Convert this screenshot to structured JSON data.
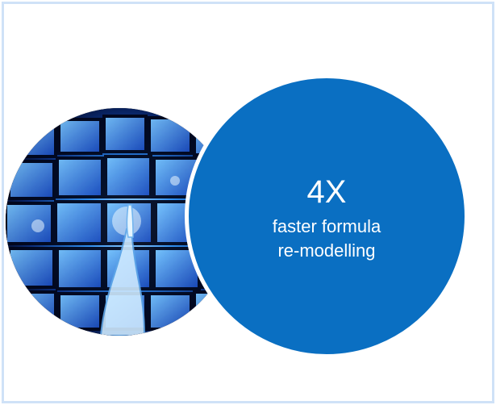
{
  "stat": {
    "value": "4X",
    "label_line1": "faster formula",
    "label_line2": "re-modelling"
  },
  "colors": {
    "frame_border": "#cfe2f7",
    "stat_circle": "#0a6fc2",
    "stat_text": "#ffffff"
  },
  "image": {
    "subject": "hand-touching-wall-of-screens"
  }
}
